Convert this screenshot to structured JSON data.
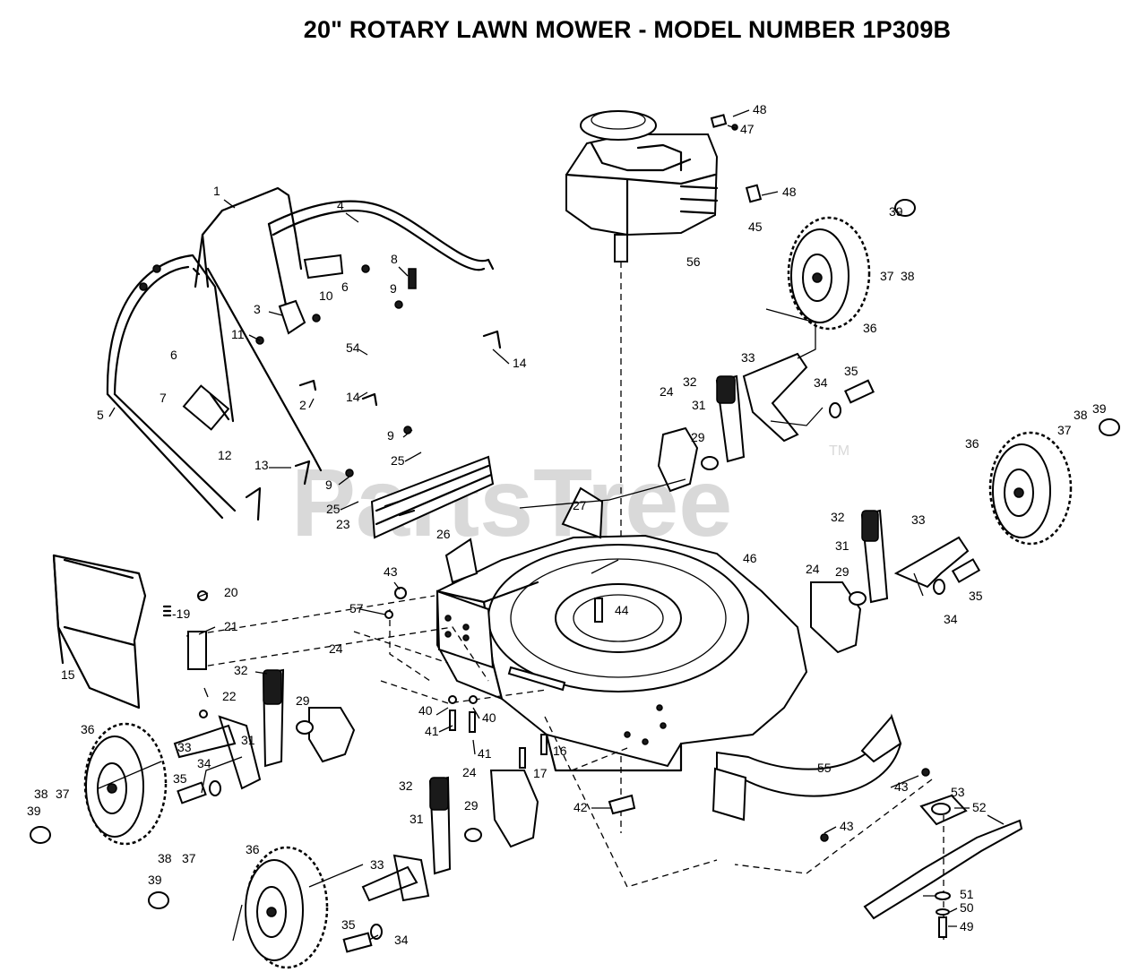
{
  "title": "20\" ROTARY LAWN MOWER - MODEL NUMBER 1P309B",
  "watermark": {
    "text": "PartsTree",
    "tm": "TM"
  },
  "colors": {
    "line": "#000000",
    "watermark": "#d9d9d9",
    "background": "#ffffff"
  },
  "callouts": {
    "c1": "1",
    "c2": "2",
    "c3": "3",
    "c4": "4",
    "c5": "5",
    "c6a": "6",
    "c6b": "6",
    "c7": "7",
    "c8": "8",
    "c9a": "9",
    "c9b": "9",
    "c9c": "9",
    "c10": "10",
    "c11": "11",
    "c12": "12",
    "c13": "13",
    "c14a": "14",
    "c14b": "14",
    "c15": "15",
    "c16": "16",
    "c17": "17",
    "c19": "-19",
    "c20": "20",
    "c21": "21",
    "c22": "22",
    "c23": "23",
    "c24a": "24",
    "c24b": "24",
    "c24c": "24",
    "c24d": "24",
    "c25a": "25",
    "c25b": "25",
    "c26": "26",
    "c27": "27",
    "c29a": "29",
    "c29b": "29",
    "c29c": "29",
    "c29d": "29",
    "c31a": "31",
    "c31b": "31",
    "c31c": "31",
    "c31d": "31",
    "c32a": "32",
    "c32b": "32",
    "c32c": "32",
    "c32d": "32",
    "c33a": "33",
    "c33b": "33",
    "c33c": "33",
    "c33d": "33",
    "c34a": "34",
    "c34b": "34",
    "c34c": "34",
    "c34d": "34",
    "c35a": "35",
    "c35b": "35",
    "c35c": "35",
    "c35d": "35",
    "c36a": "36",
    "c36b": "36",
    "c36c": "36",
    "c36d": "36",
    "c37a": "37",
    "c37b": "37",
    "c37c": "37",
    "c37d": "37",
    "c38a": "38",
    "c38b": "38",
    "c38c": "38",
    "c38d": "38",
    "c39a": "39",
    "c39b": "39",
    "c39c": "39",
    "c39d": "39",
    "c40a": "40",
    "c40b": "40",
    "c41a": "41",
    "c41b": "41",
    "c42": "42",
    "c43a": "43",
    "c43b": "43",
    "c43c": "43",
    "c44": "44",
    "c45": "45",
    "c46": "46",
    "c47": "47",
    "c48a": "48",
    "c48b": "48",
    "c49": "49",
    "c50": "50",
    "c51": "51",
    "c52": "52",
    "c53": "53",
    "c54": "54",
    "c55": "55",
    "c56": "56",
    "c57": "57"
  }
}
